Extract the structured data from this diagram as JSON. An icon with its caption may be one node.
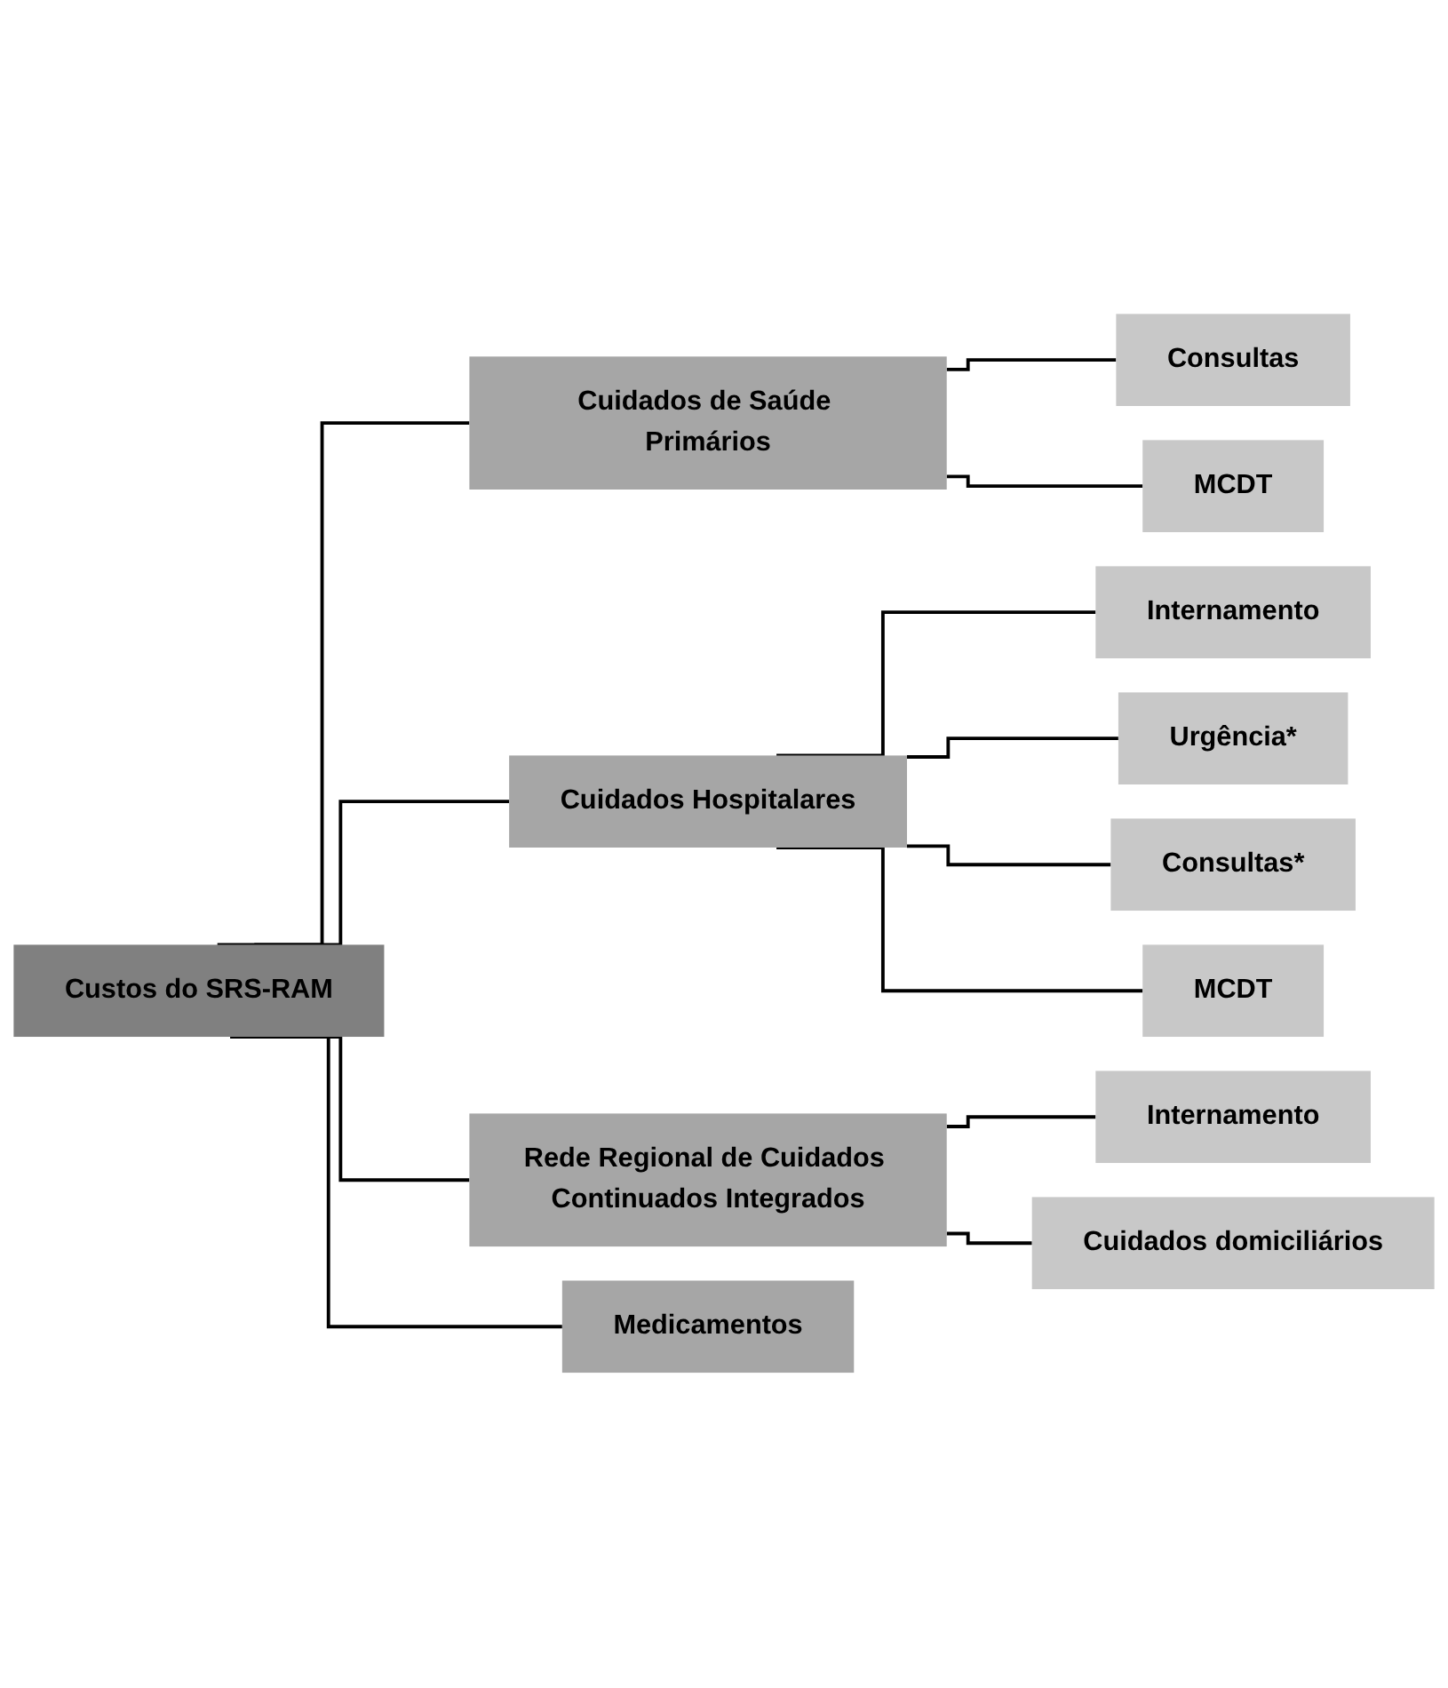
{
  "diagram": {
    "nodes": [
      {
        "text": [
          "Custos do SRS-RAM"
        ]
      },
      {
        "text": [
          "Cuidados de Saúde Primários"
        ]
      },
      {
        "text": [
          "Consultas"
        ]
      },
      {
        "text": [
          "MCDT"
        ]
      },
      {
        "text": [
          "Cuidados Hospitalares"
        ]
      },
      {
        "text": [
          "Internamento"
        ]
      },
      {
        "text": [
          "Urgência*"
        ]
      },
      {
        "text": [
          "Consultas*"
        ]
      },
      {
        "text": [
          "MCDT"
        ]
      },
      {
        "text": [
          "Rede Regional de Cuidados Continuados Integrados"
        ]
      },
      {
        "text": [
          "Internamento"
        ]
      },
      {
        "text": [
          "Cuidados domiciliários"
        ]
      },
      {
        "text": [
          "Medicamentos"
        ]
      }
    ],
    "edges": [
      {
        "from": 0,
        "to": 1,
        "arrow": "none"
      },
      {
        "from": 0,
        "to": 4,
        "arrow": "none"
      },
      {
        "from": 0,
        "to": 9,
        "arrow": "none"
      },
      {
        "from": 0,
        "to": 12,
        "arrow": "none"
      },
      {
        "from": 1,
        "to": 2,
        "arrow": "none"
      },
      {
        "from": 1,
        "to": 3,
        "arrow": "none"
      },
      {
        "from": 4,
        "to": 5,
        "arrow": "none"
      },
      {
        "from": 4,
        "to": 6,
        "arrow": "none"
      },
      {
        "from": 4,
        "to": 7,
        "arrow": "none"
      },
      {
        "from": 4,
        "to": 8,
        "arrow": "none"
      },
      {
        "from": 9,
        "to": 10,
        "arrow": "none"
      },
      {
        "from": 9,
        "to": 11,
        "arrow": "none"
      }
    ]
  }
}
